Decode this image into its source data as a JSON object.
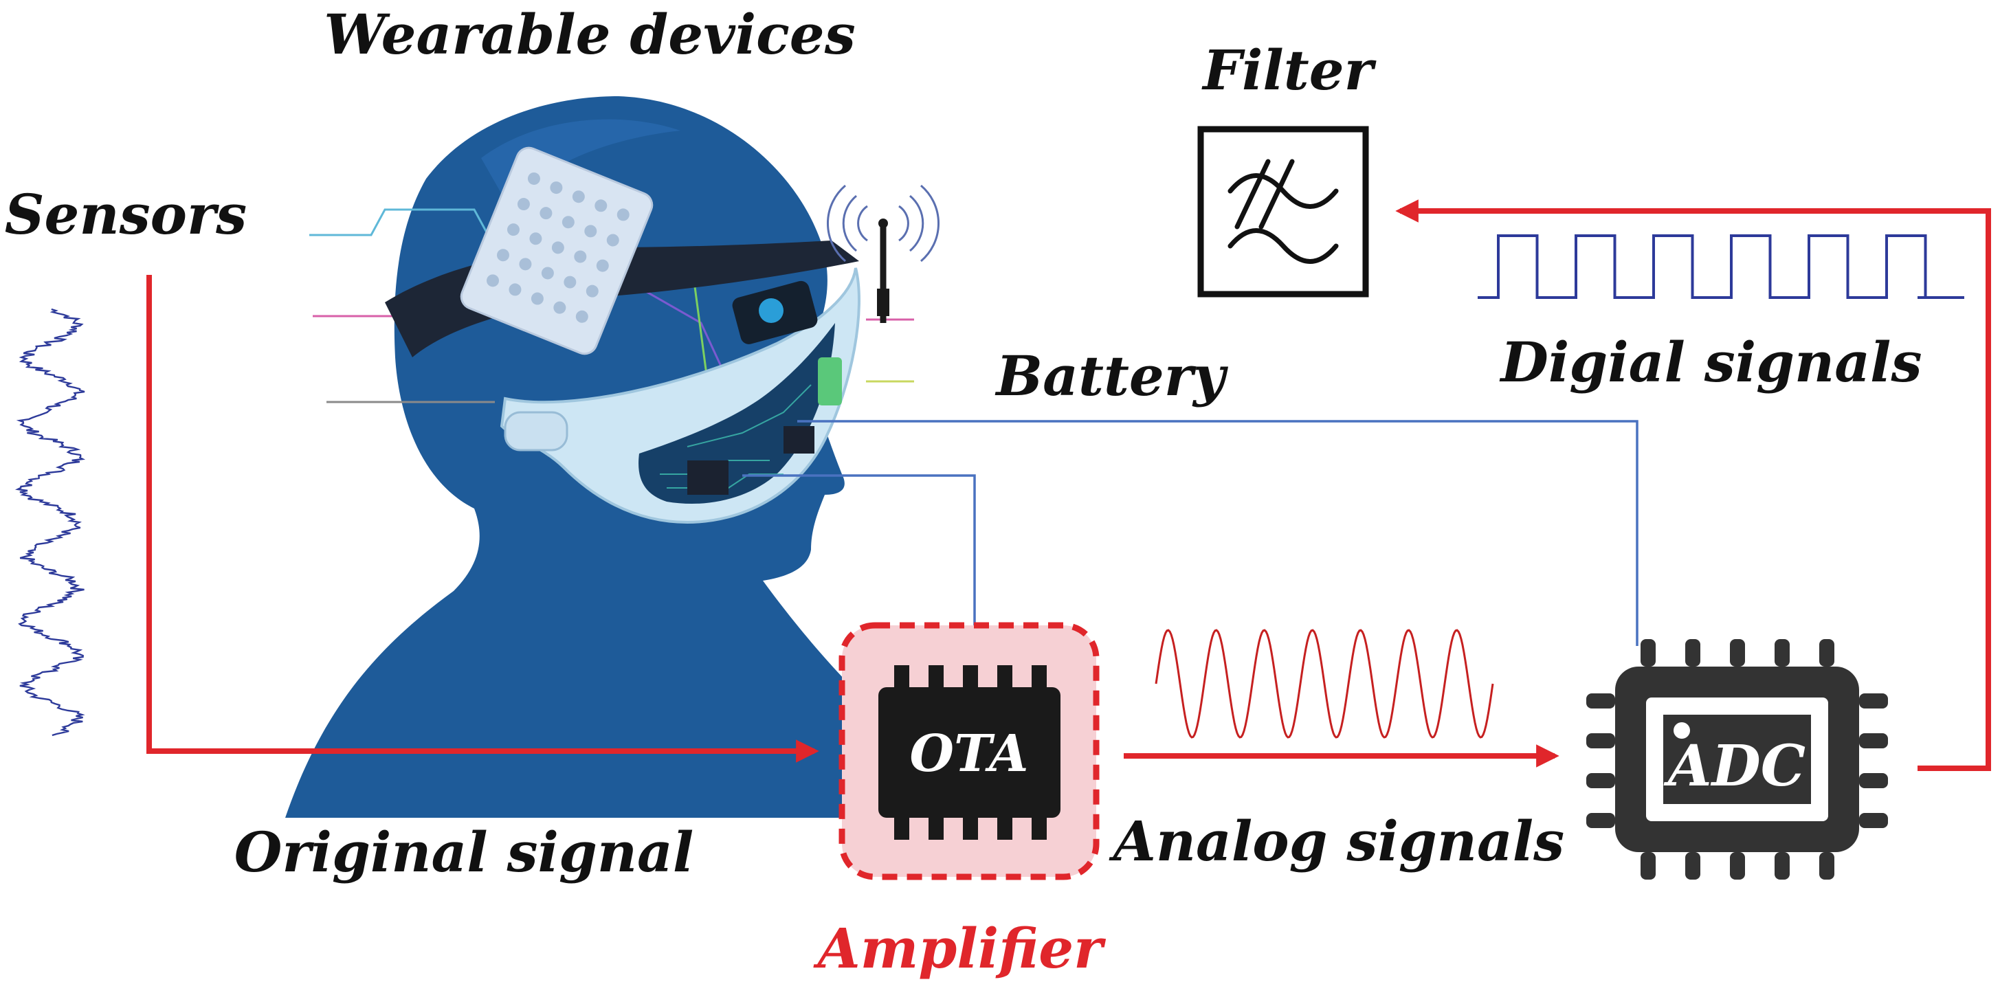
{
  "labels": {
    "wearable": "Wearable devices",
    "sensors": "Sensors",
    "filter": "Filter",
    "battery": "Battery",
    "digital": "Digial signals",
    "original": "Original signal",
    "analog": "Analog signals",
    "amplifier": "Amplifier",
    "ota": "OTA",
    "adc": "ADC"
  },
  "icons": {
    "head": "head-silhouette-icon",
    "sensor_patch": "sensor-patch-icon",
    "antenna": "wireless-antenna-icon",
    "filter": "filter-symbol-icon",
    "ota_chip": "ota-chip-icon",
    "adc_chip": "adc-chip-icon"
  },
  "colors": {
    "head": "#1e5b99",
    "signal_wave": "#2d3a9a",
    "analog_wave": "#c62020",
    "flow_arrow": "#e0262b",
    "wire": "#4a72c0",
    "amplifier_fill": "#f6d0d4",
    "amplifier_border": "#e0262b",
    "chip": "#1a1a1a",
    "adc_chip": "#333333"
  }
}
